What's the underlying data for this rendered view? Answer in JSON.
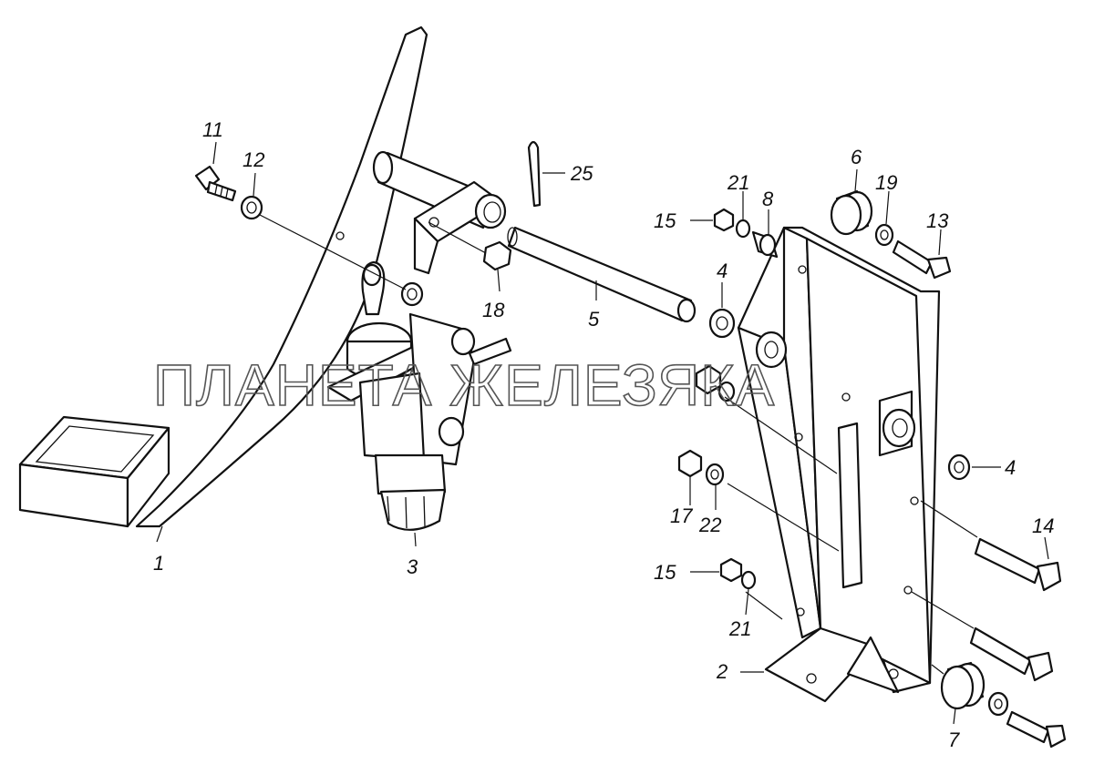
{
  "watermark": "ПЛАНЕТА ЖЕЛЕЗЯКА",
  "callouts": [
    {
      "id": "c1",
      "label": "1"
    },
    {
      "id": "c2",
      "label": "2"
    },
    {
      "id": "c3",
      "label": "3"
    },
    {
      "id": "c4a",
      "label": "4"
    },
    {
      "id": "c4b",
      "label": "4"
    },
    {
      "id": "c5",
      "label": "5"
    },
    {
      "id": "c6",
      "label": "6"
    },
    {
      "id": "c7",
      "label": "7"
    },
    {
      "id": "c8",
      "label": "8"
    },
    {
      "id": "c11",
      "label": "11"
    },
    {
      "id": "c12",
      "label": "12"
    },
    {
      "id": "c13",
      "label": "13"
    },
    {
      "id": "c14",
      "label": "14"
    },
    {
      "id": "c15a",
      "label": "15"
    },
    {
      "id": "c15b",
      "label": "15"
    },
    {
      "id": "c17",
      "label": "17"
    },
    {
      "id": "c18",
      "label": "18"
    },
    {
      "id": "c19",
      "label": "19"
    },
    {
      "id": "c21a",
      "label": "21"
    },
    {
      "id": "c21b",
      "label": "21"
    },
    {
      "id": "c22",
      "label": "22"
    },
    {
      "id": "c25",
      "label": "25"
    }
  ]
}
